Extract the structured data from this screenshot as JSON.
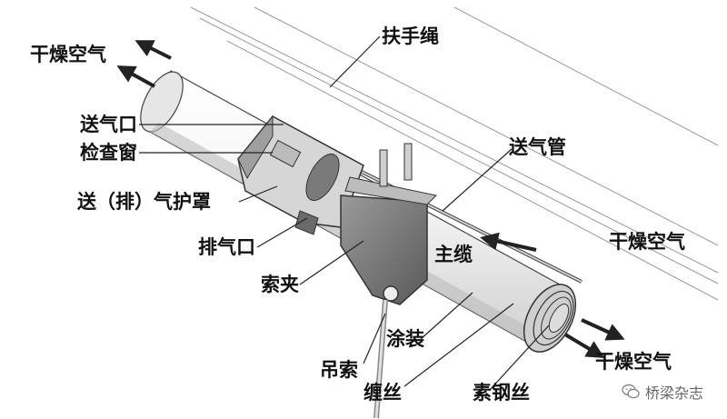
{
  "labels": {
    "dry_air_top_left": "干燥空气",
    "handrail_rope": "扶手绳",
    "air_supply_port": "送气口",
    "inspection_window": "检查窗",
    "air_supply_pipe": "送气管",
    "cover": "送（排）气护罩",
    "dry_air_right": "干燥空气",
    "exhaust_port": "排气口",
    "main_cable": "主缆",
    "cable_clamp": "索夹",
    "coating": "涂装",
    "hanger": "吊索",
    "wrapping_wire": "缠丝",
    "steel_wire": "素钢丝",
    "dry_air_bottom_right": "干燥空气"
  },
  "watermark": {
    "text": "桥梁杂志",
    "icon": "wechat-icon"
  }
}
